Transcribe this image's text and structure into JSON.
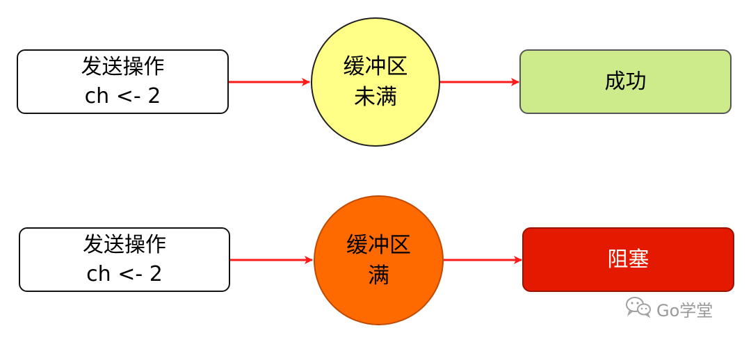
{
  "colors": {
    "arrow": "#ff1a1a",
    "circle_not_full": "#ffff88",
    "circle_full": "#ff6a00",
    "success_box": "#cdeb8b",
    "blocked_box": "#e31a00"
  },
  "rows": [
    {
      "send": {
        "line1": "发送操作",
        "line2": "ch <- 2"
      },
      "buffer": {
        "line1": "缓冲区",
        "line2": "未满"
      },
      "result": "成功"
    },
    {
      "send": {
        "line1": "发送操作",
        "line2": "ch <- 2"
      },
      "buffer": {
        "line1": "缓冲区",
        "line2": "满"
      },
      "result": "阻塞"
    }
  ],
  "watermark": {
    "icon": "wechat-icon",
    "text": "Go学堂"
  }
}
